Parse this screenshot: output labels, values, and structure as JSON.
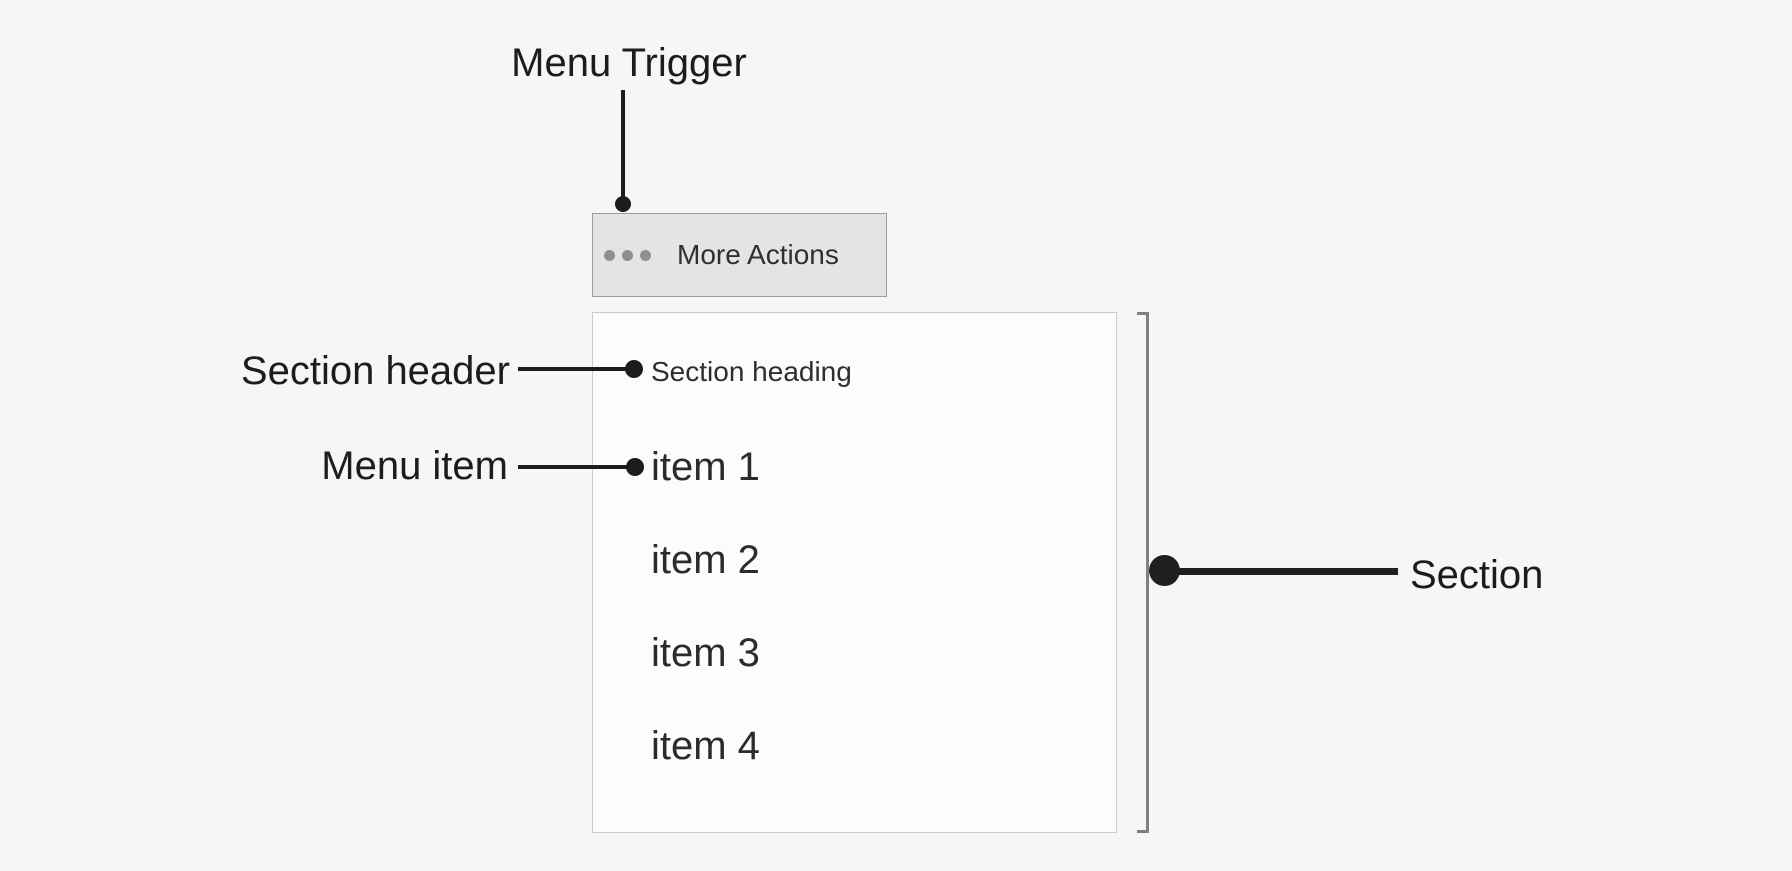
{
  "colors": {
    "background": "#f5f6f8",
    "panel_background": "#fcfcfd",
    "panel_border": "#cbcbcb",
    "button_background": "#e4e4e4",
    "button_border": "#9b9b9b",
    "annotation": "#1c1c1c",
    "bracket": "#808080",
    "ellipsis_dots": "#8f8f8f"
  },
  "annotations": {
    "menu_trigger_label": "Menu Trigger",
    "section_header_label": "Section header",
    "menu_item_label": "Menu item",
    "section_label": "Section"
  },
  "trigger_button": {
    "icon": "ellipsis-icon",
    "label": "More Actions"
  },
  "menu": {
    "heading": "Section heading",
    "items": [
      "item 1",
      "item 2",
      "item 3",
      "item 4"
    ]
  }
}
